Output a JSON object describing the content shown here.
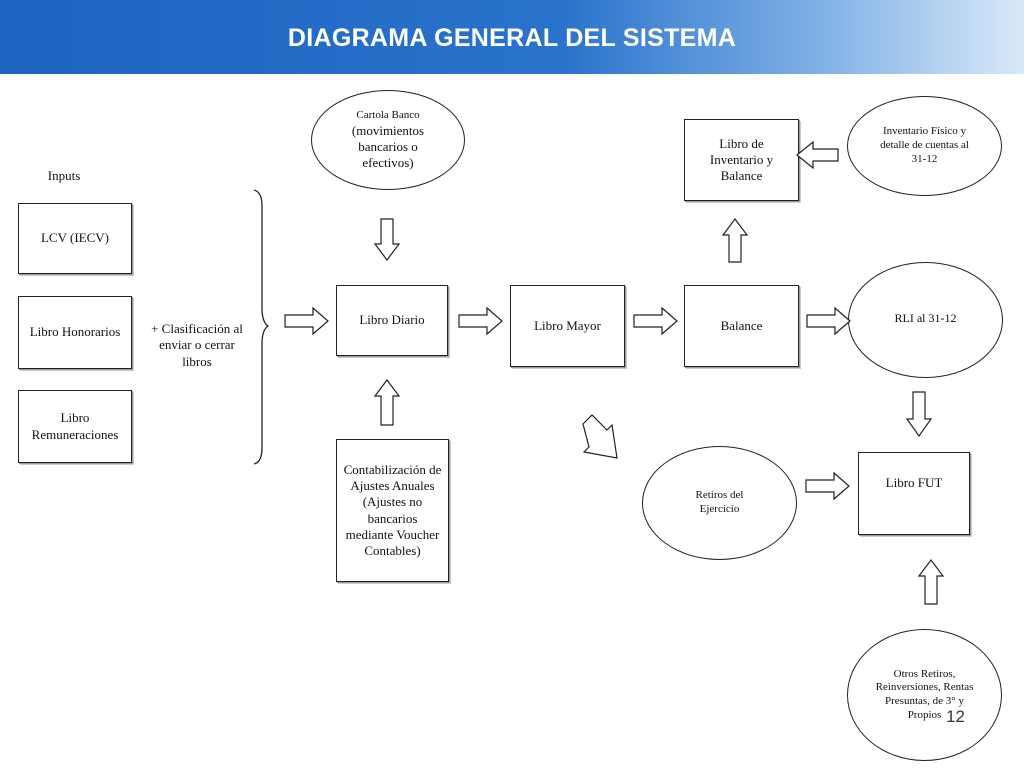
{
  "header": {
    "title": "DIAGRAMA GENERAL DEL SISTEMA"
  },
  "inputs": {
    "label": "Inputs",
    "items": [
      "LCV (IECV)",
      "Libro Honorarios",
      "Libro Remuneraciones"
    ],
    "note": "+ Clasificación al enviar o cerrar libros"
  },
  "nodes": {
    "cartola_banco": {
      "title": "Cartola Banco",
      "subtitle": "(movimientos bancarios o efectivos)"
    },
    "libro_diario": "Libro Diario",
    "libro_mayor": "Libro Mayor",
    "balance": "Balance",
    "libro_inventario": "Libro de Inventario y Balance",
    "inventario_fisico": "Inventario Físico y detalle de cuentas al 31-12",
    "rli": "RLI al 31-12",
    "contabilizacion": "Contabilización de Ajustes Anuales (Ajustes no bancarios mediante Voucher Contables)",
    "retiros_ejercicio": "Retiros del Ejercicio",
    "libro_fut": "Libro FUT",
    "otros_retiros": "Otros Retiros, Reinversiones, Rentas Presuntas, de 3° y Propios"
  },
  "page_number": "12"
}
